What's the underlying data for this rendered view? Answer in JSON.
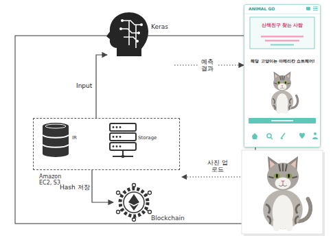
{
  "diagram": {
    "nodes": [
      {
        "text": [
          "IR",
          "Storage",
          "Amazon EC2, S3"
        ]
      },
      {
        "text": [
          "Keras"
        ]
      },
      {
        "text": [
          "ANIMAL GO",
          "산책친구 찾는 사람",
          "해당 고양이는 아메리칸 쇼트헤어!"
        ]
      },
      {
        "text": [
          "Blockchain"
        ]
      }
    ],
    "edges": [
      {
        "from": 0,
        "to": 1,
        "label": "Input",
        "arrow": "to"
      },
      {
        "from": 1,
        "to": 2,
        "label": "예측 결과",
        "arrow": "to"
      },
      {
        "from": 0,
        "to": 3,
        "label": "Hash 저장",
        "arrow": "to"
      }
    ],
    "labels": [
      "사진 업로드"
    ]
  }
}
